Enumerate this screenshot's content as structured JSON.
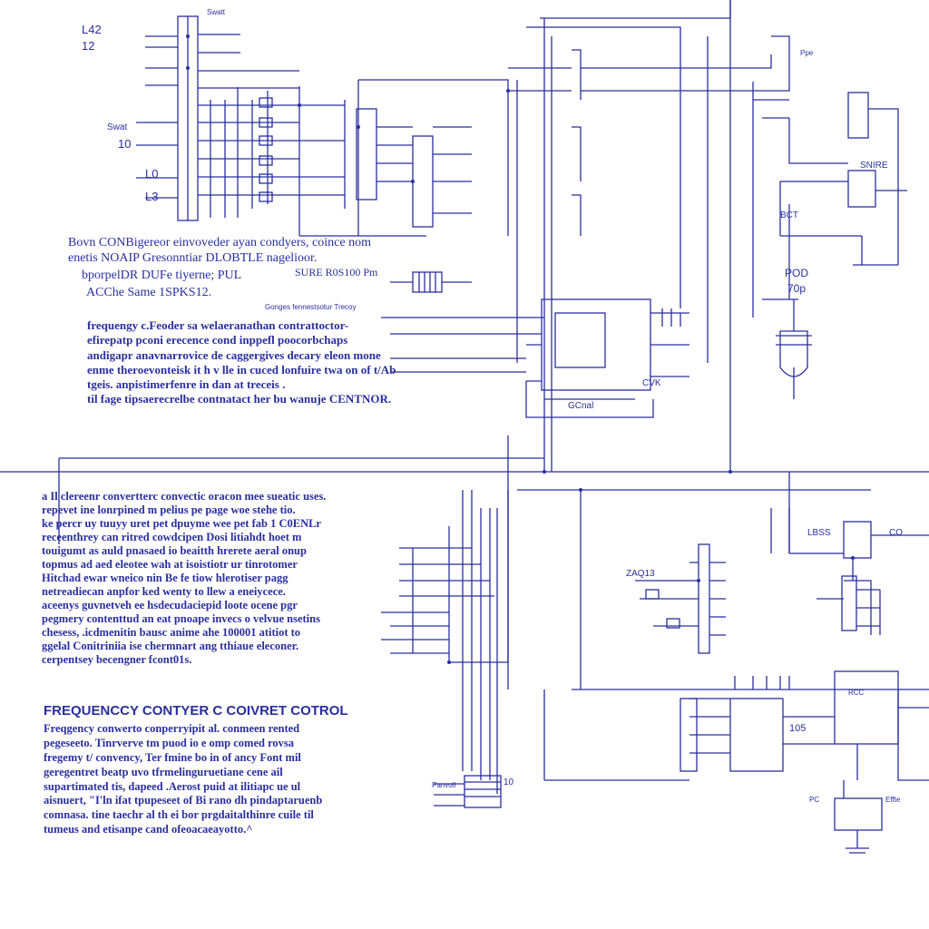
{
  "labels": {
    "top_l1": "L42",
    "top_l2": "12",
    "top_swatch": "Swatt",
    "top_l3": "L0",
    "top_l4": "L3",
    "swat_left": "Swat",
    "l1_left": "10",
    "l3_left": "L3",
    "mid_title_1": "Bovn CONBigereor einvoveder ayan condyers, coince nom",
    "mid_title_2": "enetis NOAIP Gresonntiar DLOBTLE nagelioor.",
    "mid_title_3": "bporpelDR DUFe tiyerne; PUL",
    "mid_title_4": "ACChe Same 1SPKS12.",
    "ref": "SURE R0S100 Pm",
    "cap_small": "Gonges fennestsotur Trecoy",
    "pod": "POD",
    "pod2": "70p",
    "lbs": "LBSS",
    "co": "CO",
    "zap": "ZAQ13",
    "num105": "105",
    "num10": "10",
    "small_right_1": "BCT",
    "small_right_2": "CVK",
    "gnd_lbl": "GCnal",
    "sw_lbl": "SNIRE",
    "pc_lbl": "PC",
    "ppe_lbl": "Ppe",
    "rcc_lbl": "RCC",
    "panel_lbl": "Panvoll",
    "eff_lbl": "Effte"
  },
  "block_1": [
    "frequengy c.Feoder sa welaeranathan contrattoctor-",
    "efirepatp pconi erecence cond inppefl poocorbchaps",
    "andigapr anavnarrovice de caggergives decary eleon mone",
    "enme theroevonteisk it h v lle in cuced lonfuire twa on of t/Ab",
    "tgeis. anpistimerfenre in dan at treceis .",
    "til fage tipsaerecrelbe contnatact her bu wanuje CENTNOR."
  ],
  "block_2": [
    "a Il clereenr convertterc convectic oracon mee sueatic uses.",
    "repevet ine lonrpined m pelius pe page woe stehe tio.",
    "ke percr uy tuuyy uret pet dpuyme wee pet fab 1 C0ENLr",
    "receenthrey can ritred cowdcipen Dosi litiahdt hoet m",
    "touigumt as auld pnasaed io beaitth hrerete aeral onup",
    "topmus ad aed eleotee wah at isoistiotr ur tinrotomer",
    "Hitchad ewar wneico nin Be fe tiow hlerotiser pagg",
    "netreadiecan anpfor ked wenty to llew a eneiycece.",
    "aceenys guvnetveh ee hsdecudaciepid loote ocene pgr",
    "pegmery contenttud an eat pnoape invecs o velvue nsetins",
    "chesess, .icdmenitin bausc anime ahe 100001 atitiot to",
    "ggelal Conitriniia ise chermnart ang tthiaue eleconer.",
    "cerpentsey becengner fcont01s."
  ],
  "heading": "FREQUENCCY CONTYER C COIVRET COTROL",
  "block_3": [
    "Freqgency conwerto conperryipit al. conmeen rented",
    "pegeseeto. Tinrverve tm puod io e omp comed rovsa",
    "fregemy t/ convency, Ter fmine bo in of ancy Font mil",
    "geregentret beatp uvo tfrmelinguruetiane cene ail",
    "supartimated tis, dapeed .Aerost puid at ilitiapc ue ul",
    "aisnuert, \"I'ln ifat tpupeseet of Bi rano dh pindaptaruenb",
    "comnasa. tine taechr al th ei bor prgdaitalthinre cuile til",
    "tumeus and etisanpe cand ofeoacaeayotto.^"
  ],
  "colors": {
    "ink": "#2a2f9e",
    "paper": "#ffffff"
  }
}
